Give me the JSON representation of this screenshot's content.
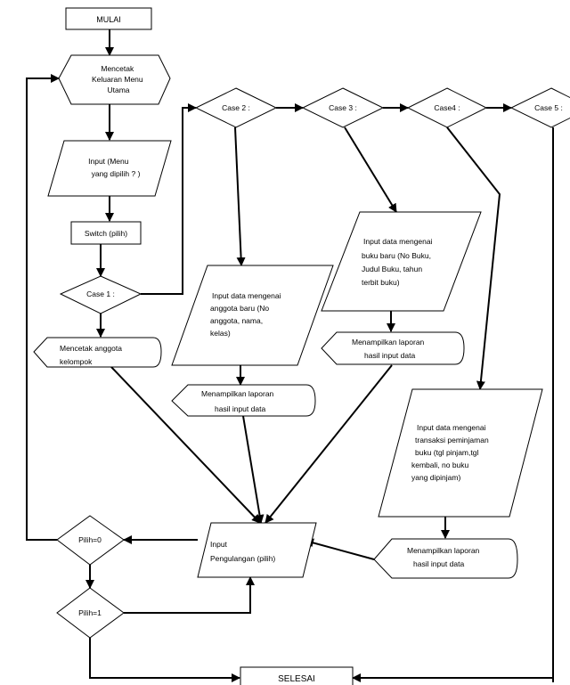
{
  "nodes": {
    "mulai": "MULAI",
    "menu": [
      "Mencetak",
      "Keluaran Menu",
      "Utama"
    ],
    "input_menu": [
      "Input (Menu",
      "yang dipilih ? )"
    ],
    "switch": "Switch (pilih)",
    "case1": "Case 1 :",
    "case2": "Case 2 :",
    "case3": "Case 3 :",
    "case4": "Case4 :",
    "case5": "Case 5 :",
    "cetak_anggota": [
      "Mencetak anggota",
      "kelompok"
    ],
    "input_anggota": [
      "Input data mengenai",
      "anggota baru (No",
      "anggota, nama,",
      "kelas)"
    ],
    "tampil2": [
      "Menampilkan laporan",
      "hasil input data"
    ],
    "input_buku": [
      "Input data mengenai",
      "buku baru (No Buku,",
      "Judul Buku, tahun",
      "terbit buku)"
    ],
    "tampil3": [
      "Menampilkan laporan",
      "hasil input data"
    ],
    "input_pinjam": [
      "Input data mengenai",
      "transaksi peminjaman",
      "buku (tgl pinjam,tgl",
      "kembali, no buku",
      "yang dipinjam)"
    ],
    "tampil4": [
      "Menampilkan laporan",
      "hasil input data"
    ],
    "pengulangan": [
      "Input",
      "Pengulangan (pilih)"
    ],
    "pilih0": "Pilih=0",
    "pilih1": "Pilih=1",
    "selesai": "SELESAI"
  }
}
